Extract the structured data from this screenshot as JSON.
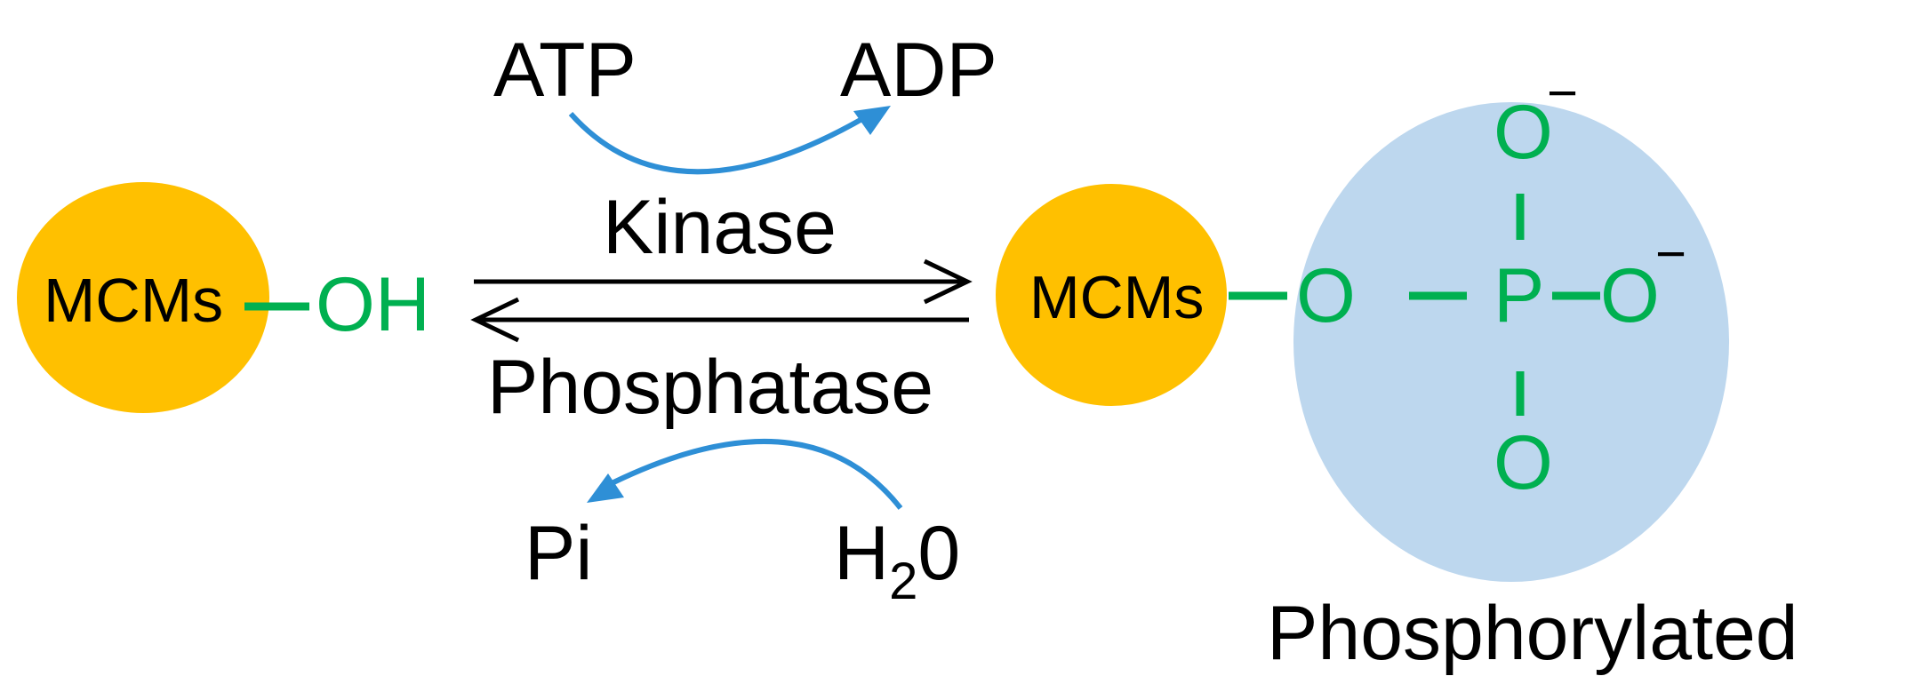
{
  "reagents": {
    "atp": "ATP",
    "adp": "ADP",
    "pi": "Pi",
    "water_main": "H",
    "water_sub": "2",
    "water_end": "0"
  },
  "enzymes": {
    "kinase": "Kinase",
    "phosphatase": "Phosphatase"
  },
  "left_molecule": {
    "core": "MCMs",
    "group": "OH"
  },
  "right_molecule": {
    "core": "MCMs",
    "bridge_o": "O",
    "p": "P",
    "o_top": "O",
    "o_right": "O",
    "o_bottom": "O",
    "charge": "−"
  },
  "caption": "Phosphorylated",
  "colors": {
    "core": "#FFC000",
    "group": "#00B050",
    "halo": "#BDD7EE",
    "curve": "#2E8FD6",
    "text": "#000000"
  }
}
